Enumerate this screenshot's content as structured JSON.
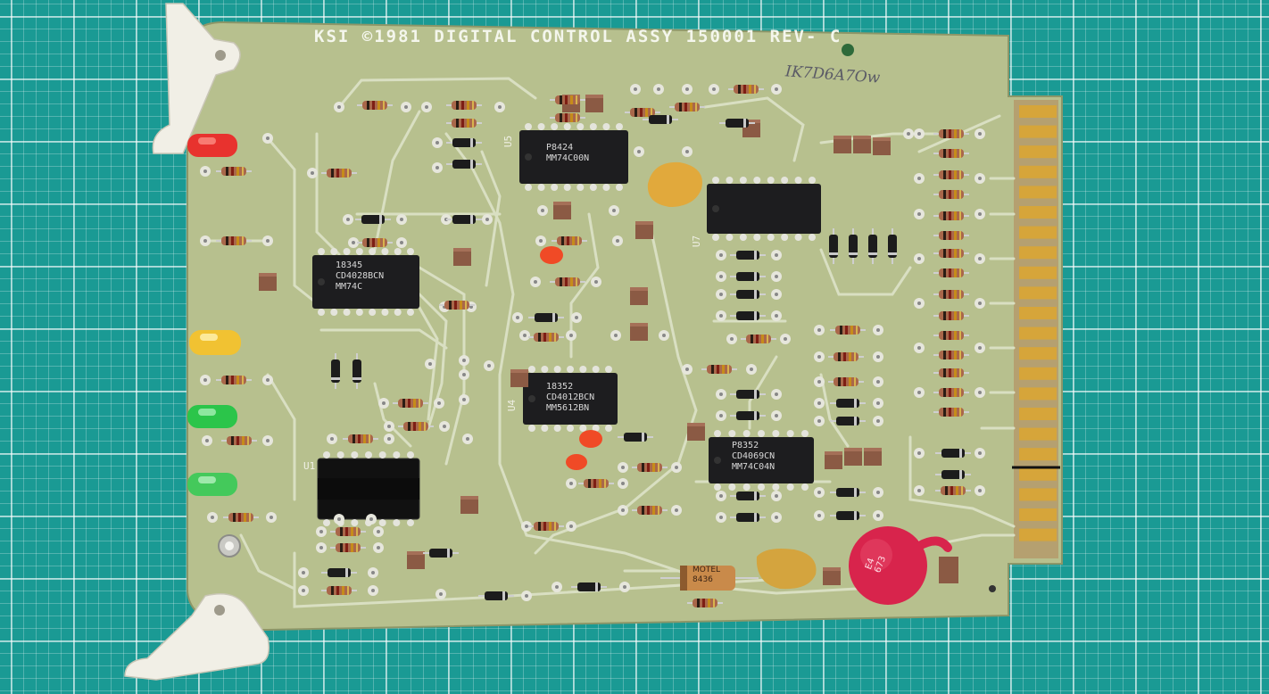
{
  "board": {
    "silkscreen": "KSI ©1981 DIGITAL CONTROL ASSY 150001 REV- C",
    "handwritten_note": "IK7D6A7Ow"
  },
  "chips": [
    {
      "id": "chip-1",
      "lines": [
        "18345",
        "CD4028BCN",
        "MM74C"
      ]
    },
    {
      "id": "chip-2",
      "lines": [
        "P8424",
        "MM74C00N"
      ]
    },
    {
      "id": "chip-3",
      "lines": [
        "18352",
        "CD4012BCN",
        "MM5612BN"
      ]
    },
    {
      "id": "chip-4",
      "lines": [
        "P8352",
        "CD4069CN",
        "MM74C04N"
      ]
    }
  ],
  "refs": {
    "u1": "U1",
    "u4": "U4",
    "u5": "U5",
    "u7": "U7"
  },
  "caps": {
    "red_disc": "E4\n673",
    "tan_cap": "MOTEL\n8436"
  },
  "colors": {
    "mat": "#1a9a94",
    "pcb": "#b7c08e",
    "gold": "#d6a53a",
    "led_red": "#e8322e",
    "led_yellow": "#f1c232",
    "led_green": "#2bc54a"
  }
}
